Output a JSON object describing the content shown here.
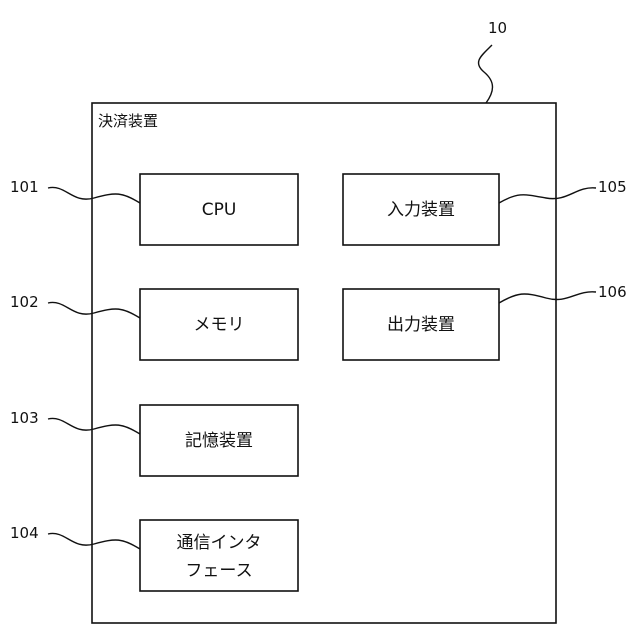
{
  "figure": {
    "device_ref": "10",
    "device_title": "決済装置",
    "components": [
      {
        "ref": "101",
        "label": "CPU"
      },
      {
        "ref": "102",
        "label": "メモリ"
      },
      {
        "ref": "103",
        "label": "記憶装置"
      },
      {
        "ref": "104",
        "label_line1": "通信インタ",
        "label_line2": "フェース"
      },
      {
        "ref": "105",
        "label": "入力装置"
      },
      {
        "ref": "106",
        "label": "出力装置"
      }
    ]
  }
}
